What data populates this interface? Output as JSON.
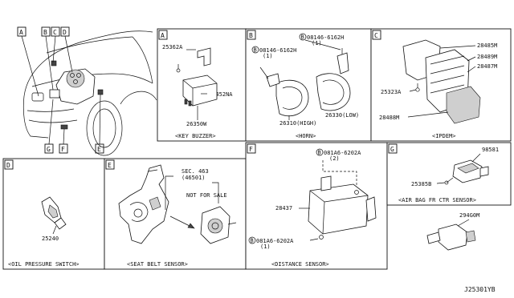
{
  "diagram_code": "J25301YB",
  "overview": {
    "callouts": [
      "A",
      "B",
      "C",
      "D",
      "E",
      "F",
      "G"
    ]
  },
  "sections": {
    "A": {
      "letter": "A",
      "caption": "<KEY BUZZER>",
      "parts": {
        "p1": "25362A",
        "p2": "28452NA",
        "p3": "26350W"
      }
    },
    "B": {
      "letter": "B",
      "caption": "<HORN>",
      "parts": {
        "bolt1": "08146-6162H",
        "bolt1_qty": "(1)",
        "bolt2": "08146-6162H",
        "bolt2_qty": "(1)",
        "low": "26330(LOW)",
        "high": "26310(HIGH)"
      },
      "bolt_symbol": "B"
    },
    "C": {
      "letter": "C",
      "caption": "<IPDEM>",
      "parts": {
        "p1": "28485M",
        "p2": "28489M",
        "p3": "28487M",
        "p4": "25323A",
        "p5": "28488M"
      }
    },
    "D": {
      "letter": "D",
      "caption": "<OIL PRESSURE SWITCH>",
      "parts": {
        "p1": "25240"
      }
    },
    "E": {
      "letter": "E",
      "caption": "<SEAT BELT SENSOR>",
      "parts": {
        "sec": "SEC. 463",
        "sec_ref": "(46501)",
        "nfs": "NOT FOR SALE"
      }
    },
    "F": {
      "letter": "F",
      "caption": "<DISTANCE SENSOR>",
      "parts": {
        "bolt1": "081A6-6202A",
        "bolt1_qty": "(2)",
        "p1": "28437",
        "bolt2": "081A6-6202A",
        "bolt2_qty": "(1)"
      },
      "bolt_symbol": "B"
    },
    "G": {
      "letter": "G",
      "caption": "<AIR BAG FR CTR SENSOR>",
      "parts": {
        "p1": "98581",
        "p2": "25385B",
        "p3": "294G0M"
      }
    }
  }
}
